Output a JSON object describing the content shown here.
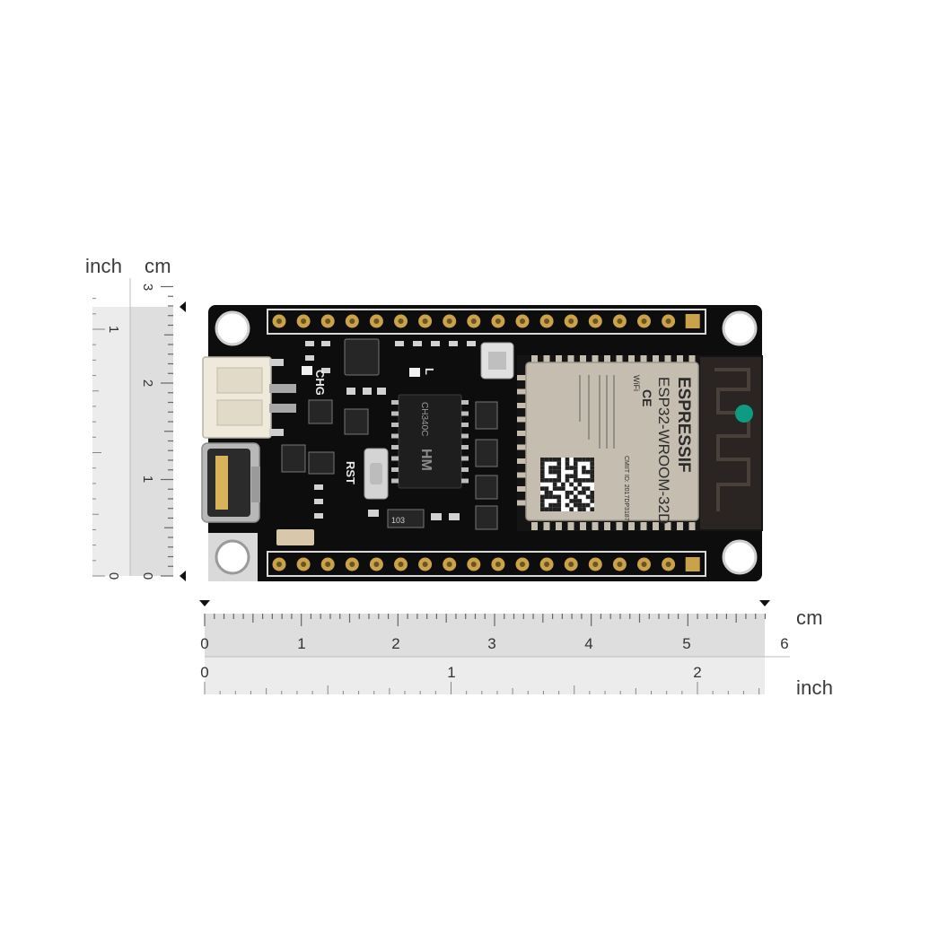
{
  "labels": {
    "vertical_inch": "inch",
    "vertical_cm": "cm",
    "horizontal_cm": "cm",
    "horizontal_inch": "inch"
  },
  "ruler_horizontal_cm": {
    "ticks": [
      "0",
      "1",
      "2",
      "3",
      "4",
      "5",
      "6"
    ]
  },
  "ruler_horizontal_inch": {
    "ticks": [
      "0",
      "1",
      "2"
    ]
  },
  "ruler_vertical_cm": {
    "ticks": [
      "0",
      "1",
      "2",
      "3"
    ]
  },
  "ruler_vertical_inch": {
    "ticks": [
      "0",
      "1"
    ]
  },
  "board": {
    "silk_chg": "CHG",
    "silk_rst": "RST",
    "silk_l": "L",
    "usb_chip": "CH340C",
    "chip_code": "HM",
    "resistor_code": "103",
    "module_brand": "ESPRESSIF",
    "module_model": "ESP32-WROOM-32D",
    "module_cert": "CMIIT ID: 2017DP3187",
    "module_ce": "CE",
    "module_wifi": "WiFi"
  },
  "colors": {
    "pcb": "#0d0d0d",
    "pad": "#c9a24a",
    "module_shield": "#c4bdb0",
    "antenna": "#2a2522",
    "led_teal": "#0f9a82",
    "ruler_fill": "#e4e4e4"
  }
}
